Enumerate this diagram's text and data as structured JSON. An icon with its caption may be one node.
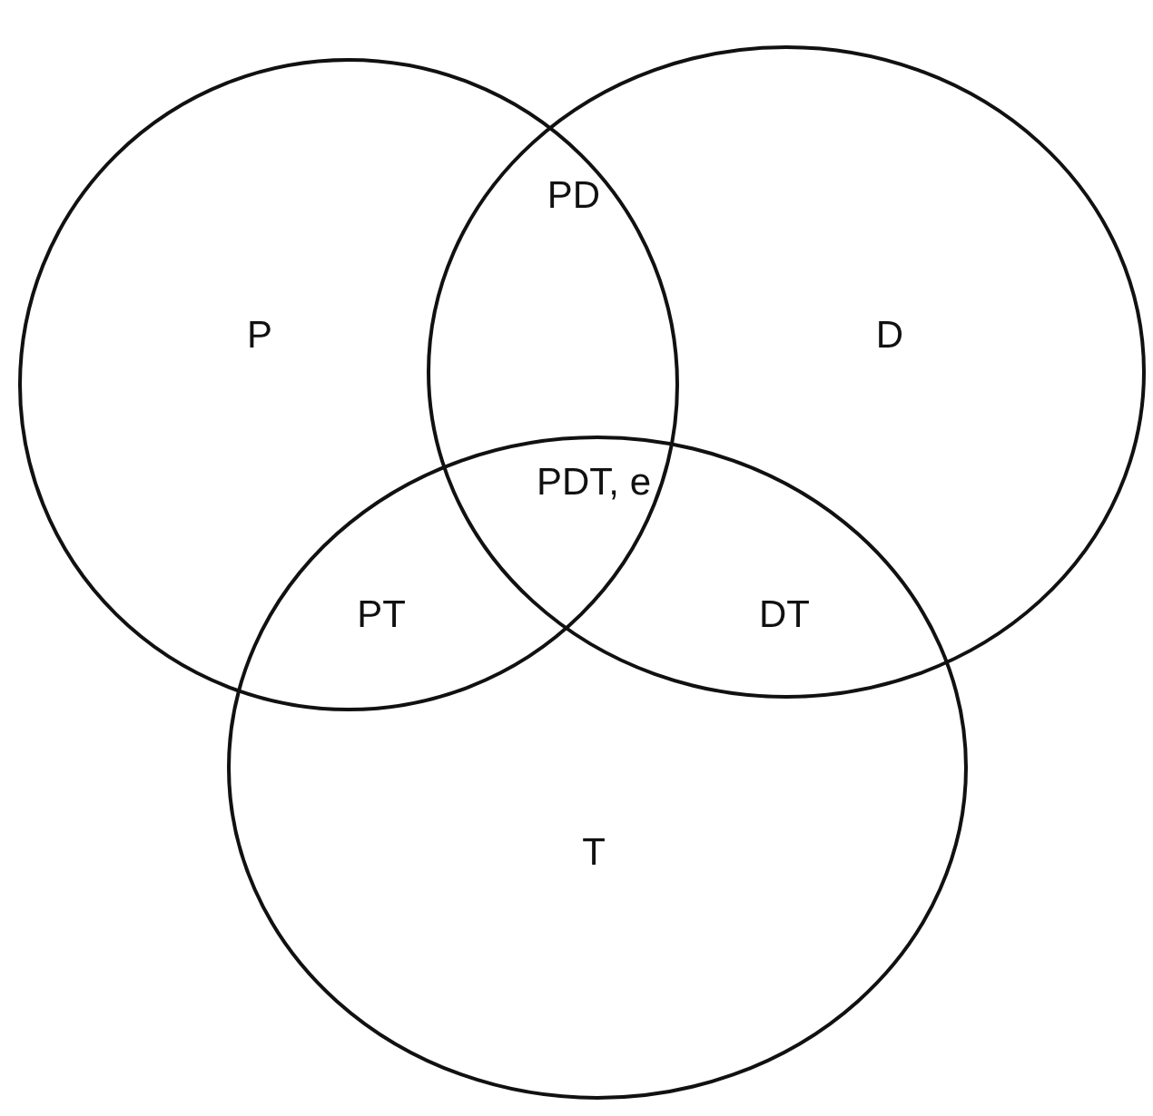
{
  "diagram": {
    "nodes": [
      {
        "text": [
          "P"
        ]
      },
      {
        "text": [
          "D"
        ]
      },
      {
        "text": [
          "T"
        ]
      }
    ],
    "labels": [
      "PD",
      "PDT, e",
      "PT",
      "DT"
    ]
  }
}
